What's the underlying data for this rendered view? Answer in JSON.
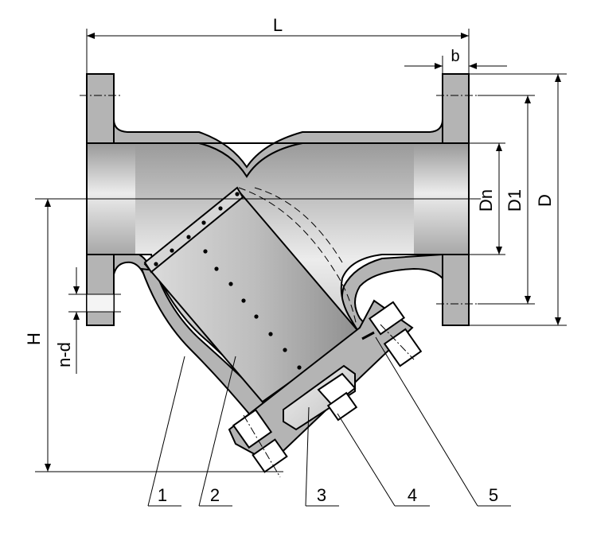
{
  "dimensions": {
    "length": "L",
    "flange_thickness": "b",
    "nominal_diameter": "Dn",
    "bolt_circle_diameter": "D1",
    "flange_diameter": "D",
    "height": "H",
    "bolt_holes": "n-d"
  },
  "callouts": [
    "1",
    "2",
    "3",
    "4",
    "5"
  ],
  "colors": {
    "casting": "#b4b4b4",
    "bore_light": "#e8e8e8",
    "bore_dark": "#9a9a9a",
    "line": "#000000",
    "background": "#ffffff"
  }
}
